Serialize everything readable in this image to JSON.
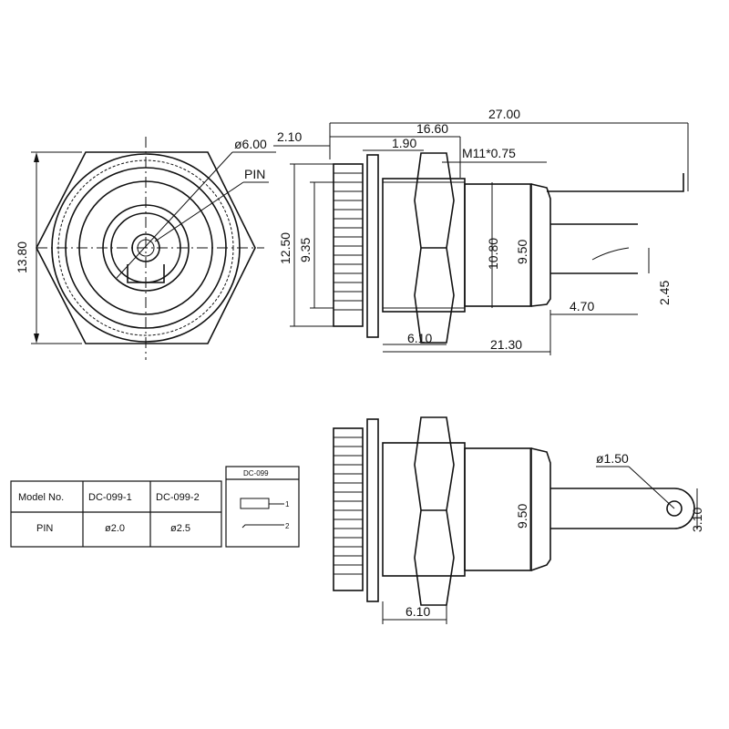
{
  "front_view": {
    "dim_height": "13.80",
    "dim_hole": "ø6.00",
    "label_pin": "PIN"
  },
  "side_view": {
    "dim_total_length": "27.00",
    "dim_body_length": "16.60",
    "dim_flange": "2.10",
    "dim_nut_gap": "1.90",
    "dim_thread": "M11*0.75",
    "dim_flange_height": "12.50",
    "dim_knurl_height": "9.35",
    "dim_nut_height": "10.80",
    "dim_body_height": "9.50",
    "dim_pin_offset": "2.45",
    "dim_tail": "4.70",
    "dim_nut_width": "6.10",
    "dim_to_tail": "21.30"
  },
  "bottom_view": {
    "dim_hole": "ø1.50",
    "dim_body_height": "9.50",
    "dim_lug_width": "3.10",
    "dim_nut_width": "6.10"
  },
  "model_table": {
    "header_label": "Model  No.",
    "row_label": "PIN",
    "models": [
      "DC-099-1",
      "DC-099-2"
    ],
    "pin_values": [
      "ø2.0",
      "ø2.5"
    ]
  },
  "schematic": {
    "title": "DC-099",
    "pin_1": "1",
    "pin_2": "2"
  }
}
